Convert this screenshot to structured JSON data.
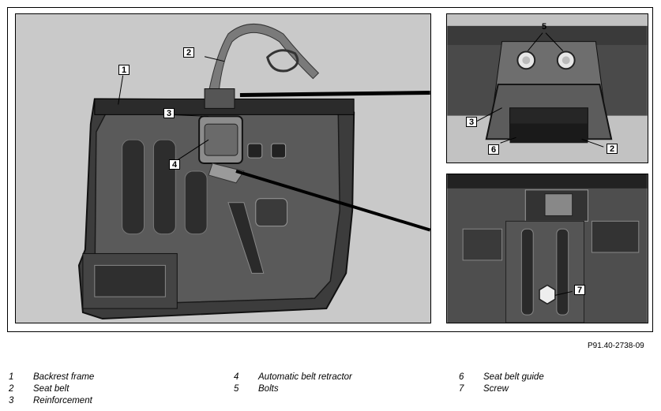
{
  "figure": {
    "reference_code": "P91.40-2738-09",
    "callouts_main": [
      "1",
      "2",
      "3",
      "4"
    ],
    "callouts_detail_top": [
      "5",
      "3",
      "6",
      "2"
    ],
    "callouts_detail_bottom": [
      "7"
    ]
  },
  "legend": {
    "columns": [
      [
        {
          "num": "1",
          "label": "Backrest frame"
        },
        {
          "num": "2",
          "label": "Seat belt"
        },
        {
          "num": "3",
          "label": "Reinforcement"
        }
      ],
      [
        {
          "num": "4",
          "label": "Automatic belt retractor"
        },
        {
          "num": "5",
          "label": "Bolts"
        }
      ],
      [
        {
          "num": "6",
          "label": "Seat belt guide"
        },
        {
          "num": "7",
          "label": "Screw"
        }
      ]
    ]
  }
}
